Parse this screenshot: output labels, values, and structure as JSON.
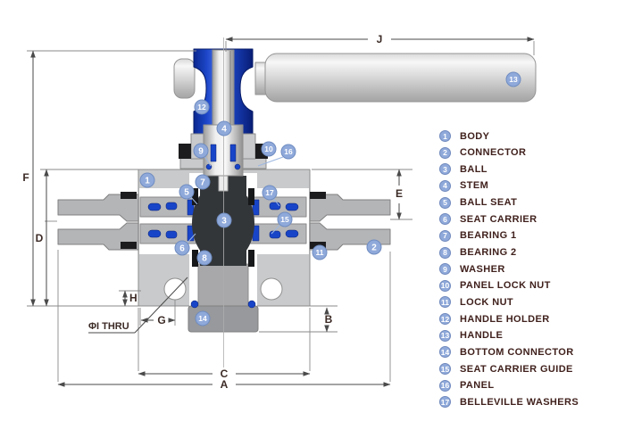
{
  "legend": {
    "items": [
      {
        "num": "1",
        "label": "BODY"
      },
      {
        "num": "2",
        "label": "CONNECTOR"
      },
      {
        "num": "3",
        "label": "BALL"
      },
      {
        "num": "4",
        "label": "STEM"
      },
      {
        "num": "5",
        "label": "BALL SEAT"
      },
      {
        "num": "6",
        "label": "SEAT CARRIER"
      },
      {
        "num": "7",
        "label": "BEARING 1"
      },
      {
        "num": "8",
        "label": "BEARING 2"
      },
      {
        "num": "9",
        "label": "WASHER"
      },
      {
        "num": "10",
        "label": "PANEL LOCK NUT"
      },
      {
        "num": "11",
        "label": "LOCK NUT"
      },
      {
        "num": "12",
        "label": "HANDLE HOLDER"
      },
      {
        "num": "13",
        "label": "HANDLE"
      },
      {
        "num": "14",
        "label": "BOTTOM CONNECTOR"
      },
      {
        "num": "15",
        "label": "SEAT CARRIER GUIDE"
      },
      {
        "num": "16",
        "label": "PANEL"
      },
      {
        "num": "17",
        "label": "BELLEVILLE WASHERS"
      }
    ]
  },
  "dims": {
    "A": "A",
    "B": "B",
    "C": "C",
    "D": "D",
    "E": "E",
    "F": "F",
    "G": "G",
    "H": "H",
    "J": "J",
    "phi_thru": "ΦI THRU"
  },
  "callouts": [
    "1",
    "2",
    "3",
    "4",
    "5",
    "6",
    "7",
    "8",
    "9",
    "10",
    "11",
    "12",
    "13",
    "14",
    "15",
    "16",
    "17"
  ],
  "colors": {
    "part_blue": "#1845c8",
    "handle_holder_blue": "#1c46c8",
    "body_gray": "#c9cacb",
    "pipe_gray": "#b4b5b7",
    "bottom_connector_gray": "#97999c",
    "ball_dark": "#333639",
    "seal_black": "#1c1c1e",
    "callout_fill": "#8fa9da",
    "legend_text": "#40211d",
    "dim_line": "#5a5a5a"
  }
}
